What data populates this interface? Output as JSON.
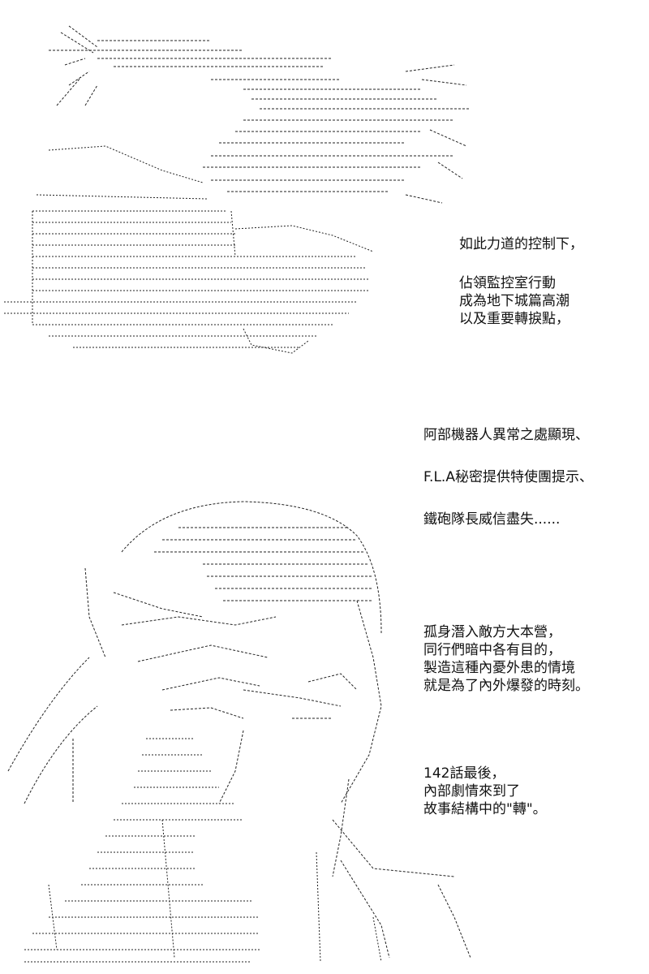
{
  "captions": {
    "block1": {
      "line1": "如此力道的控制下，",
      "line2": "佔領監控室行動",
      "line3": "成為地下城篇高潮",
      "line4": "以及重要轉捩點，"
    },
    "block2": {
      "line1": "阿部機器人異常之處顯現、",
      "line2": "F.L.A秘密提供特使團提示、",
      "line3": "鐵砲隊長威信盡失......"
    },
    "block3": {
      "line1": "孤身潛入敵方大本營，",
      "line2": "同行們暗中各有目的，",
      "line3": "製造這種內憂外患的情境",
      "line4": "就是為了內外爆發的時刻。"
    },
    "block4": {
      "line1": "142話最後，",
      "line2": "內部劇情來到了",
      "line3": "故事結構中的\"轉\"。"
    }
  },
  "art": {
    "top": {
      "subject": "ascii-art-beam-strike",
      "ink": "#222222"
    },
    "bottom": {
      "subject": "ascii-art-figure-covering-face",
      "ink": "#222222"
    }
  }
}
